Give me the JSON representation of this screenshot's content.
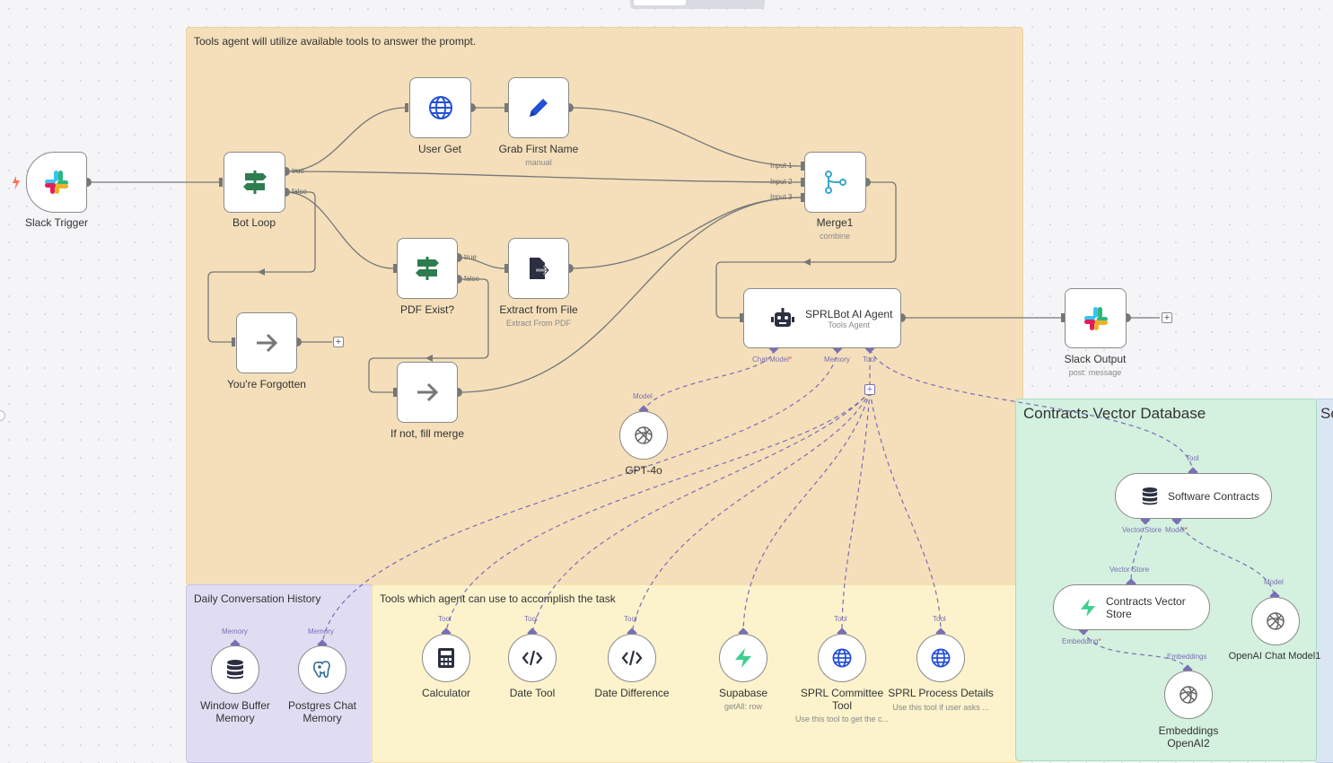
{
  "stickies": {
    "tools_agent": "Tools agent will utilize available tools to answer the prompt.",
    "daily_history": "Daily Conversation History",
    "tools_list": "Tools which agent can use to accomplish the task",
    "contracts_db": "Contracts Vector Database",
    "cut_off": "So"
  },
  "nodes": {
    "slack_trigger": {
      "name": "Slack Trigger"
    },
    "bot_loop": {
      "name": "Bot Loop",
      "true_label": "true",
      "false_label": "false"
    },
    "user_get": {
      "name": "User Get"
    },
    "grab_first_name": {
      "name": "Grab First Name",
      "sub": "manual"
    },
    "merge1": {
      "name": "Merge1",
      "sub": "combine",
      "input1": "Input 1",
      "input2": "Input 2",
      "input3": "Input 3"
    },
    "pdf_exist": {
      "name": "PDF Exist?",
      "true_label": "true",
      "false_label": "false"
    },
    "extract_from_file": {
      "name": "Extract from File",
      "sub": "Extract From PDF"
    },
    "youre_forgotten": {
      "name": "You're Forgotten"
    },
    "if_not_fill_merge": {
      "name": "If not, fill merge"
    },
    "sprlbot_agent": {
      "name": "SPRLBot AI Agent",
      "sub": "Tools Agent",
      "port_chat": "Chat Model",
      "port_memory": "Memory",
      "port_tool": "Tool"
    },
    "slack_output": {
      "name": "Slack Output",
      "sub": "post: message"
    },
    "gpt4o": {
      "name": "GPT-4o",
      "port": "Model"
    },
    "window_buffer": {
      "name": "Window Buffer Memory",
      "port": "Memory"
    },
    "postgres_chat": {
      "name": "Postgres Chat Memory",
      "port": "Memory"
    },
    "calculator": {
      "name": "Calculator",
      "port": "Tool"
    },
    "date_tool": {
      "name": "Date Tool",
      "port": "Tool"
    },
    "date_difference": {
      "name": "Date Difference",
      "port": "Tool"
    },
    "supabase": {
      "name": "Supabase",
      "sub": "getAll: row"
    },
    "sprl_committee": {
      "name": "SPRL Committee Tool",
      "sub": "Use this tool to get the c...",
      "port": "Tool"
    },
    "sprl_process": {
      "name": "SPRL Process Details",
      "sub": "Use this tool if user asks ...",
      "port": "Tool"
    },
    "software_contracts": {
      "name": "Software Contracts",
      "port_tool": "Tool",
      "port_vs": "Vector Store",
      "port_model": "Model"
    },
    "contracts_vector_store": {
      "name": "Contracts Vector Store",
      "port_vs": "Vector Store",
      "port_emb": "Embedding"
    },
    "openai_chat_model1": {
      "name": "OpenAI Chat Model1",
      "port": "Model"
    },
    "embeddings_openai2": {
      "name": "Embeddings OpenAI2",
      "port": "Embeddings"
    }
  },
  "colors": {
    "tools_agent_bg": "#f4dfba",
    "daily_bg": "#e0ddf3",
    "tools_bg": "#fcf3cc",
    "contracts_bg": "#d4f0df",
    "blue_bg": "#dbe6f5",
    "dashed": "#7a6fb5"
  },
  "icons": {
    "slack_trigger": "slack-icon",
    "bot_loop": "signpost-icon",
    "user_get": "globe-icon",
    "grab_first_name": "pencil-icon",
    "merge1": "merge-icon",
    "pdf_exist": "signpost-icon",
    "extract_from_file": "file-export-icon",
    "forward": "arrow-right-icon",
    "agent": "robot-icon",
    "slack_output": "slack-icon",
    "openai": "openai-icon",
    "database": "database-icon",
    "postgres": "postgres-elephant-icon",
    "calculator": "calculator-icon",
    "code": "code-icon",
    "supabase": "supabase-bolt-icon"
  }
}
